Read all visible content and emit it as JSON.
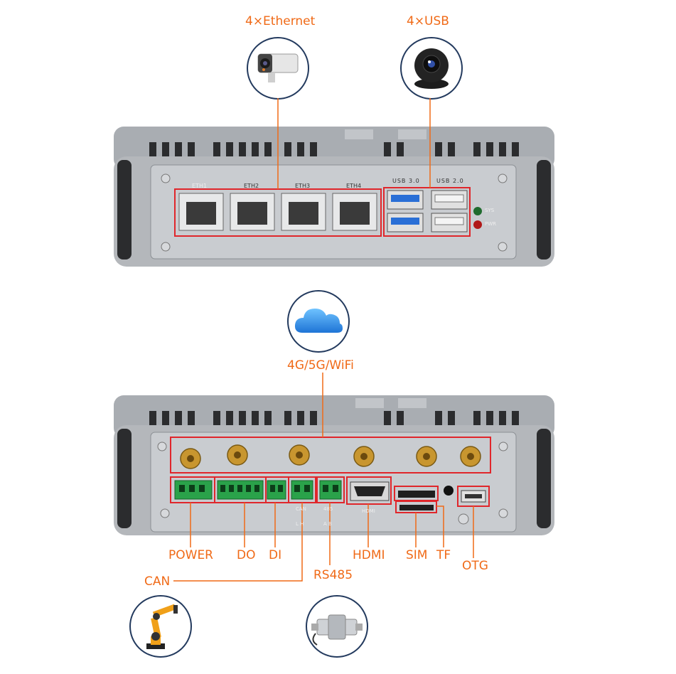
{
  "top_callouts": {
    "ethernet": "4×Ethernet",
    "usb": "4×USB"
  },
  "front_panel": {
    "eth_labels": [
      "ETH1",
      "ETH2",
      "ETH3",
      "ETH4"
    ],
    "usb30_label": "USB 3.0",
    "usb20_label": "USB 2.0",
    "led_sys": "SYS",
    "led_pwr": "PWR"
  },
  "wireless_label": "4G/5G/WiFi",
  "rear_callouts": {
    "power": "POWER",
    "do": "DO",
    "di": "DI",
    "can": "CAN",
    "rs485": "RS485",
    "hdmi": "HDMI",
    "sim": "SIM",
    "tf": "TF",
    "otg": "OTG"
  },
  "rear_panel": {
    "hdmi_small": "HDMI",
    "can_small": "CAN",
    "can_pins": "L H",
    "rs485_small": "485",
    "rs485_pins": "A B"
  },
  "colors": {
    "accent": "#f06a17",
    "highlight_box": "#e0262b",
    "chassis": "#b9bcc0",
    "circle_border": "#233a5e"
  },
  "icons": [
    "security-camera-icon",
    "webcam-icon",
    "cloud-icon",
    "robot-arm-icon",
    "load-cell-sensor-icon"
  ]
}
